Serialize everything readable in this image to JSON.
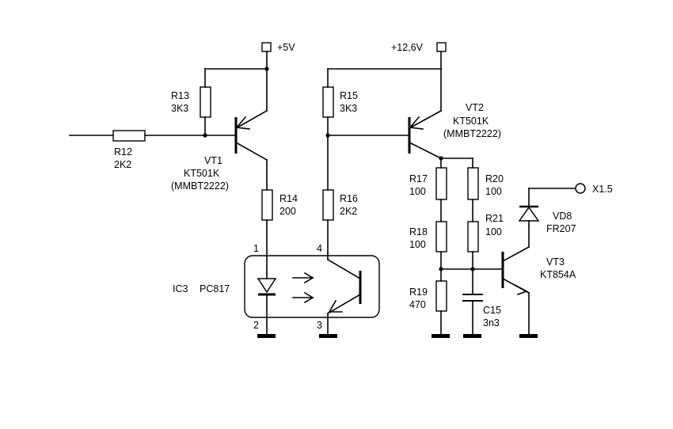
{
  "supplies": {
    "v5": "+5V",
    "v12": "+12,6V"
  },
  "output": "X1.5",
  "resistors": {
    "r12": {
      "ref": "R12",
      "value": "2K2"
    },
    "r13": {
      "ref": "R13",
      "value": "3K3"
    },
    "r14": {
      "ref": "R14",
      "value": "200"
    },
    "r15": {
      "ref": "R15",
      "value": "3K3"
    },
    "r16": {
      "ref": "R16",
      "value": "2K2"
    },
    "r17": {
      "ref": "R17",
      "value": "100"
    },
    "r18": {
      "ref": "R18",
      "value": "100"
    },
    "r19": {
      "ref": "R19",
      "value": "470"
    },
    "r20": {
      "ref": "R20",
      "value": "100"
    },
    "r21": {
      "ref": "R21",
      "value": "100"
    }
  },
  "capacitor": {
    "ref": "C15",
    "value": "3n3"
  },
  "transistors": {
    "vt1": {
      "ref": "VT1",
      "part": "KT501K",
      "alt": "(MMBT2222)"
    },
    "vt2": {
      "ref": "VT2",
      "part": "KT501K",
      "alt": "(MMBT2222)"
    },
    "vt3": {
      "ref": "VT3",
      "part": "KT854A"
    }
  },
  "diode": {
    "ref": "VD8",
    "part": "FR207"
  },
  "optocoupler": {
    "ref": "IC3",
    "part": "PC817",
    "pins": {
      "p1": "1",
      "p2": "2",
      "p3": "3",
      "p4": "4"
    }
  }
}
